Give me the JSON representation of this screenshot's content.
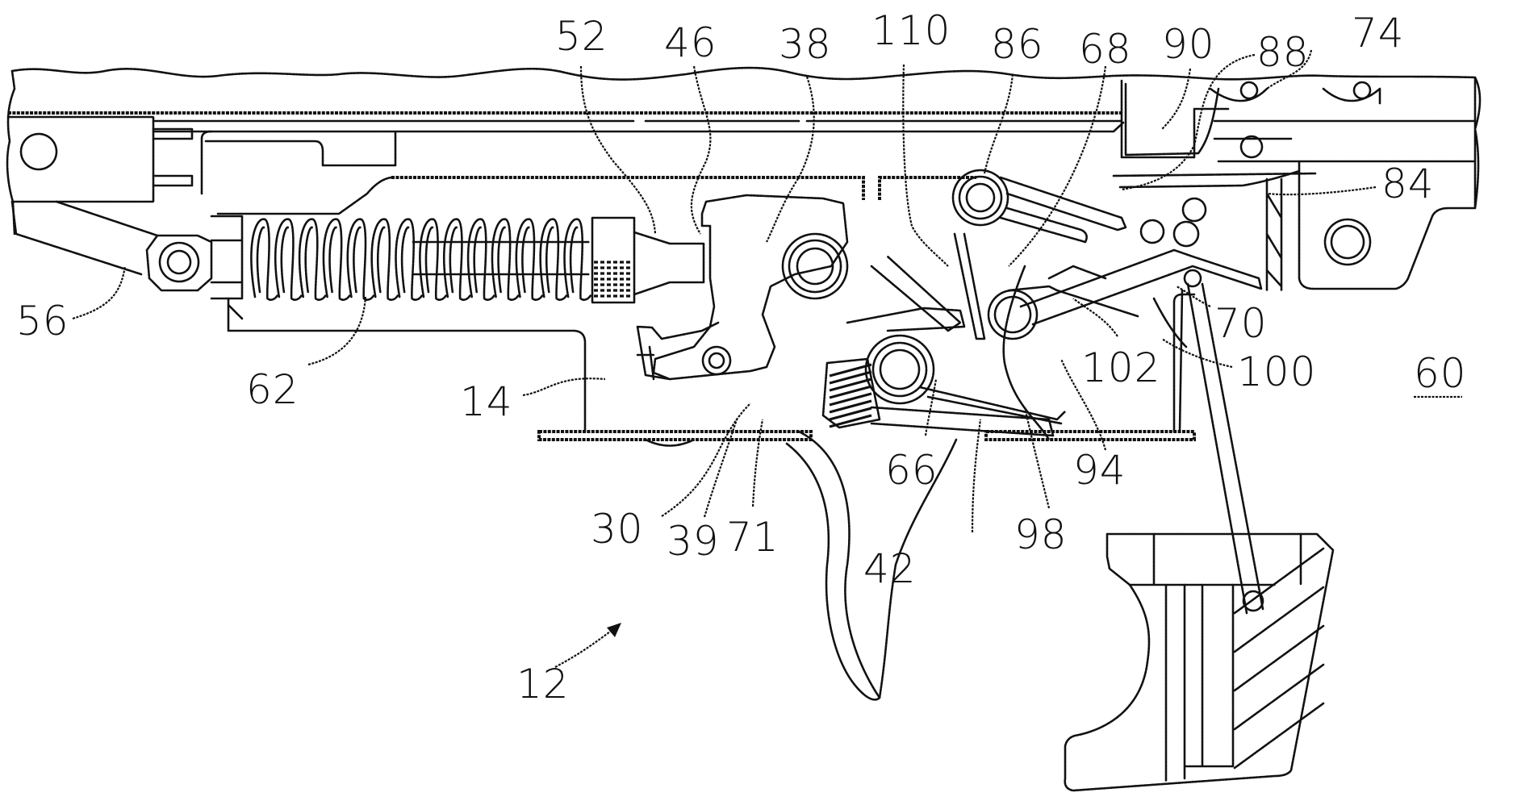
{
  "figure": {
    "kind": "patent-drawing",
    "subject": "firearm trigger mechanism (side sectional view)",
    "figure_reference": "60",
    "assembly_reference": "12"
  },
  "numerals": {
    "n52": "52",
    "n46": "46",
    "n38": "38",
    "n110": "110",
    "n86": "86",
    "n68": "68",
    "n90": "90",
    "n88": "88",
    "n74": "74",
    "n84": "84",
    "n56": "56",
    "n62": "62",
    "n14": "14",
    "n70": "70",
    "n102": "102",
    "n100": "100",
    "n60": "60",
    "n94": "94",
    "n66": "66",
    "n30": "30",
    "n39": "39",
    "n71": "71",
    "n42": "42",
    "n98": "98",
    "n12": "12"
  },
  "colors": {
    "ink": "#111111",
    "paper": "#ffffff"
  }
}
